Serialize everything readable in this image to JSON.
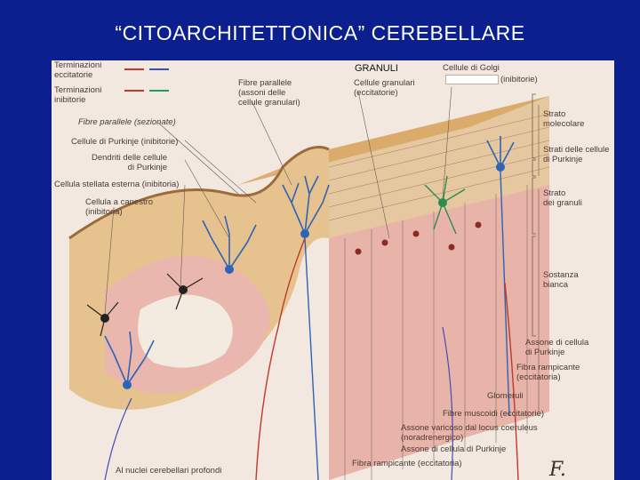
{
  "slide": {
    "title": "“CITOARCHITETTONICA” CEREBELLARE"
  },
  "legend": {
    "excitatory": "Terminazioni\neccitatorie",
    "inhibitory": "Terminazioni\ninibitorie",
    "colors": {
      "excitatory_a": "#c0392b",
      "excitatory_b": "#3b4fb8",
      "inhibitory_a": "#c0392b",
      "inhibitory_b": "#1e9a6a"
    }
  },
  "labels": {
    "granuli": "GRANULI",
    "fibre_parallele_assoni": "Fibre parallele\n(assoni delle\ncellule granulari)",
    "cellule_granulari": "Cellule granulari\n(eccitatorie)",
    "cellule_golgi": "Cellule di Golgi",
    "golgi_inibitorie": "(inibitorie)",
    "fibre_parallele_sezionate": "Fibre parallele (sezionate)",
    "cellule_purkinje": "Cellule di Purkinje (inibitorie)",
    "dendriti_purkinje": "Dendriti delle cellule\ndi Purkinje",
    "cellula_stellata": "Cellula stellata esterna (inibitoria)",
    "cellula_canestro": "Cellula a canestro\n(inibitoria)",
    "strato_molecolare": "Strato\nmolecolare",
    "strati_purkinje": "Strati delle cellule\ndi Purkinje",
    "strato_granuli": "Strato\ndei granuli",
    "sostanza_bianca": "Sostanza\nbianca",
    "assone_purkinje_right": "Assone di cellula\ndi Purkinje",
    "fibra_rampicante_right": "Fibra rampicante\n(eccitatoria)",
    "glomeruli": "Glomeruli",
    "fibre_muscoidi": "Fibre muscoidi (eccitatorie)",
    "assone_varicoso": "Assone varicoso dal locus coeruleus\n(noradrenergico)",
    "assone_purkinje_bottom": "Assone di cellula di Purkinje",
    "fibra_rampicante_bottom": "Fibra rampicante (eccitatoria)",
    "nuclei_cerebellari": "Al nuclei cerebellari profondi"
  },
  "signature": "F. Netter",
  "colors": {
    "background": "#0b1f8f",
    "molecular_layer": "#e9c99a",
    "granular_layer": "#e7b0a8",
    "white_matter": "#efe4d6",
    "purkinje": "#2e63b5",
    "golgi": "#2e8c52",
    "granule": "#8b2a20"
  }
}
